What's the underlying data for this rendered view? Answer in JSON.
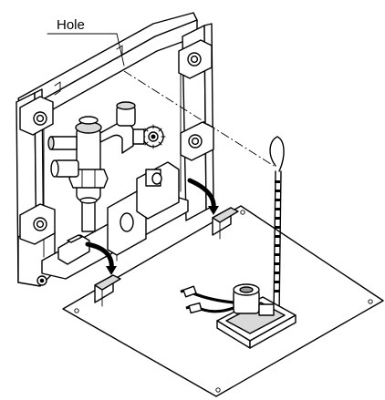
{
  "callouts": {
    "hole": "Hole"
  },
  "icons": [
    "fixing-hole",
    "flush-valve",
    "solenoid-valve",
    "sensor-cable"
  ],
  "colors": {
    "line": "#000000",
    "background": "#ffffff",
    "shading": "#d9d9d9"
  }
}
